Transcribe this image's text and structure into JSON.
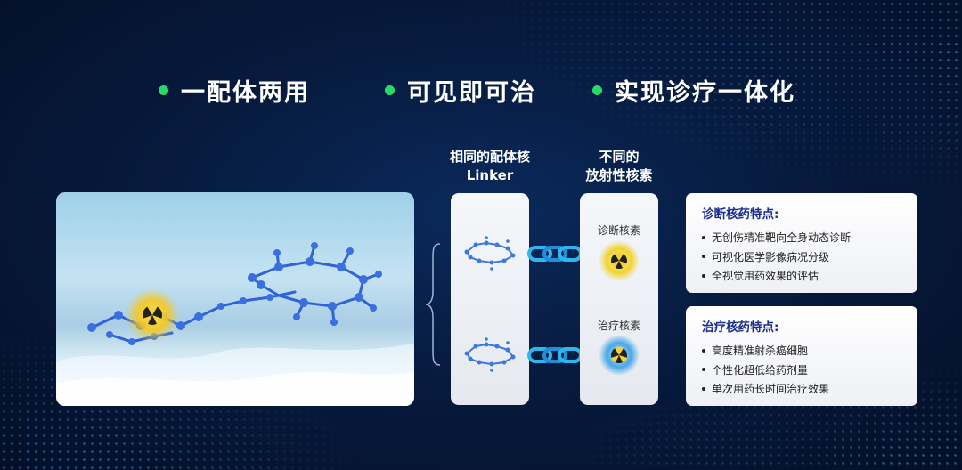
{
  "headline": [
    {
      "text": "一配体两用"
    },
    {
      "text": "可见即可治"
    },
    {
      "text": "实现诊疗一体化"
    }
  ],
  "linker_column": {
    "line1": "相同的配体核",
    "line2": "Linker"
  },
  "nuclide_column": {
    "line1": "不同的",
    "line2": "放射性核素"
  },
  "nuclides": {
    "diagnostic": {
      "label": "诊断核素",
      "icon": "radiation-icon",
      "color": "#f2d230"
    },
    "therapeutic": {
      "label": "治疗核素",
      "icon": "radiation-icon",
      "color": "#4aa7e8"
    }
  },
  "diagnosis_card": {
    "title": "诊断核药特点:",
    "items": [
      "无创伤精准靶向全身动态诊断",
      "可视化医学影像病况分级",
      "全视觉用药效果的评估"
    ]
  },
  "therapy_card": {
    "title": "治疗核药特点:",
    "items": [
      "高度精准射杀癌细胞",
      "个性化超低给药剂量",
      "单次用药长时间治疗效果"
    ]
  },
  "colors": {
    "accent_green": "#2ad86a",
    "card_title": "#1d2c8c",
    "background": "#071b3f"
  }
}
